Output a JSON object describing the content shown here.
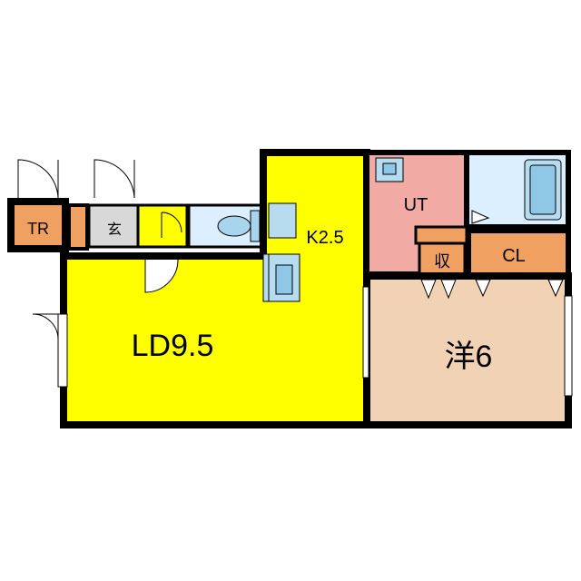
{
  "rooms": {
    "tr": "TR",
    "genkan": "玄",
    "kitchen": "K2.5",
    "ut": "UT",
    "ld": "LD9.5",
    "shu": "収",
    "cl": "CL",
    "yo": "洋6"
  },
  "colors": {
    "ld": "#ffff00",
    "kitchen_counter": "#b8dcef",
    "ut": "#f2aaa4",
    "bath": "#dcefff",
    "storage": "#f0a060",
    "yo": "#f2d2b4",
    "genkan": "#d8d8d8",
    "wall": "#000000"
  }
}
